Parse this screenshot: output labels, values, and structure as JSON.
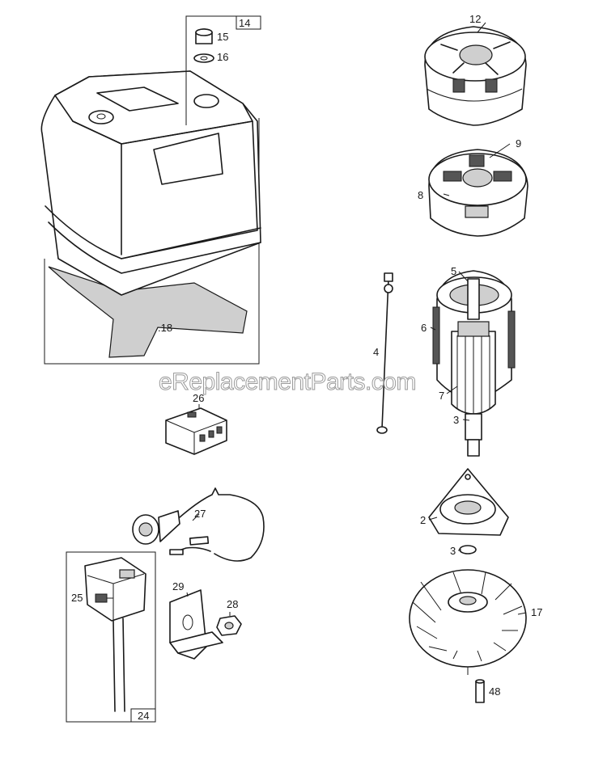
{
  "watermark": "eReplacementParts.com",
  "callouts": {
    "p14": "14",
    "p15": "15",
    "p16": "16",
    "p18": ".18",
    "p12": "12",
    "p9": "9",
    "p8": "8",
    "p5": "5",
    "p6": "6",
    "p4": "4",
    "p7": "7",
    "p3a": "3",
    "p2": "2",
    "p3b": "3",
    "p17": "17",
    "p48": "48",
    "p26": "26",
    "p27": "27",
    "p25": "25",
    "p29": "29",
    "p28": "28",
    "p24": "24"
  }
}
